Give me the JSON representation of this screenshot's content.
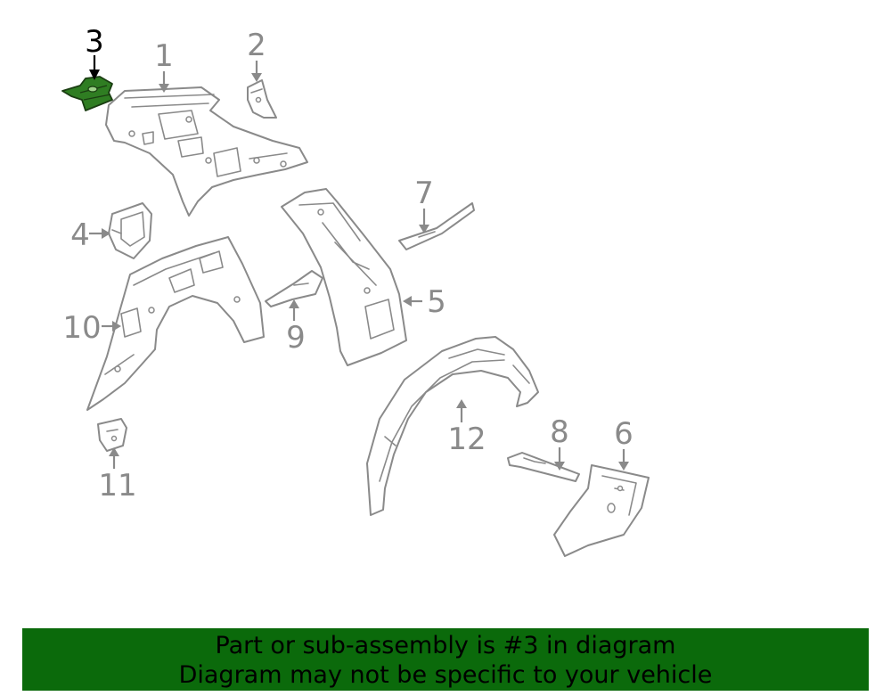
{
  "diagram": {
    "highlighted_part": "3",
    "callouts": [
      "1",
      "2",
      "3",
      "4",
      "5",
      "6",
      "7",
      "8",
      "9",
      "10",
      "11",
      "12"
    ]
  },
  "banner": {
    "line1": "Part or sub-assembly is #3 in diagram",
    "line2": "Diagram may not be specific to your vehicle",
    "color": "#0b6a0b"
  },
  "colors": {
    "highlight": "#2f7d22",
    "line_art": "#8a8a8a"
  }
}
